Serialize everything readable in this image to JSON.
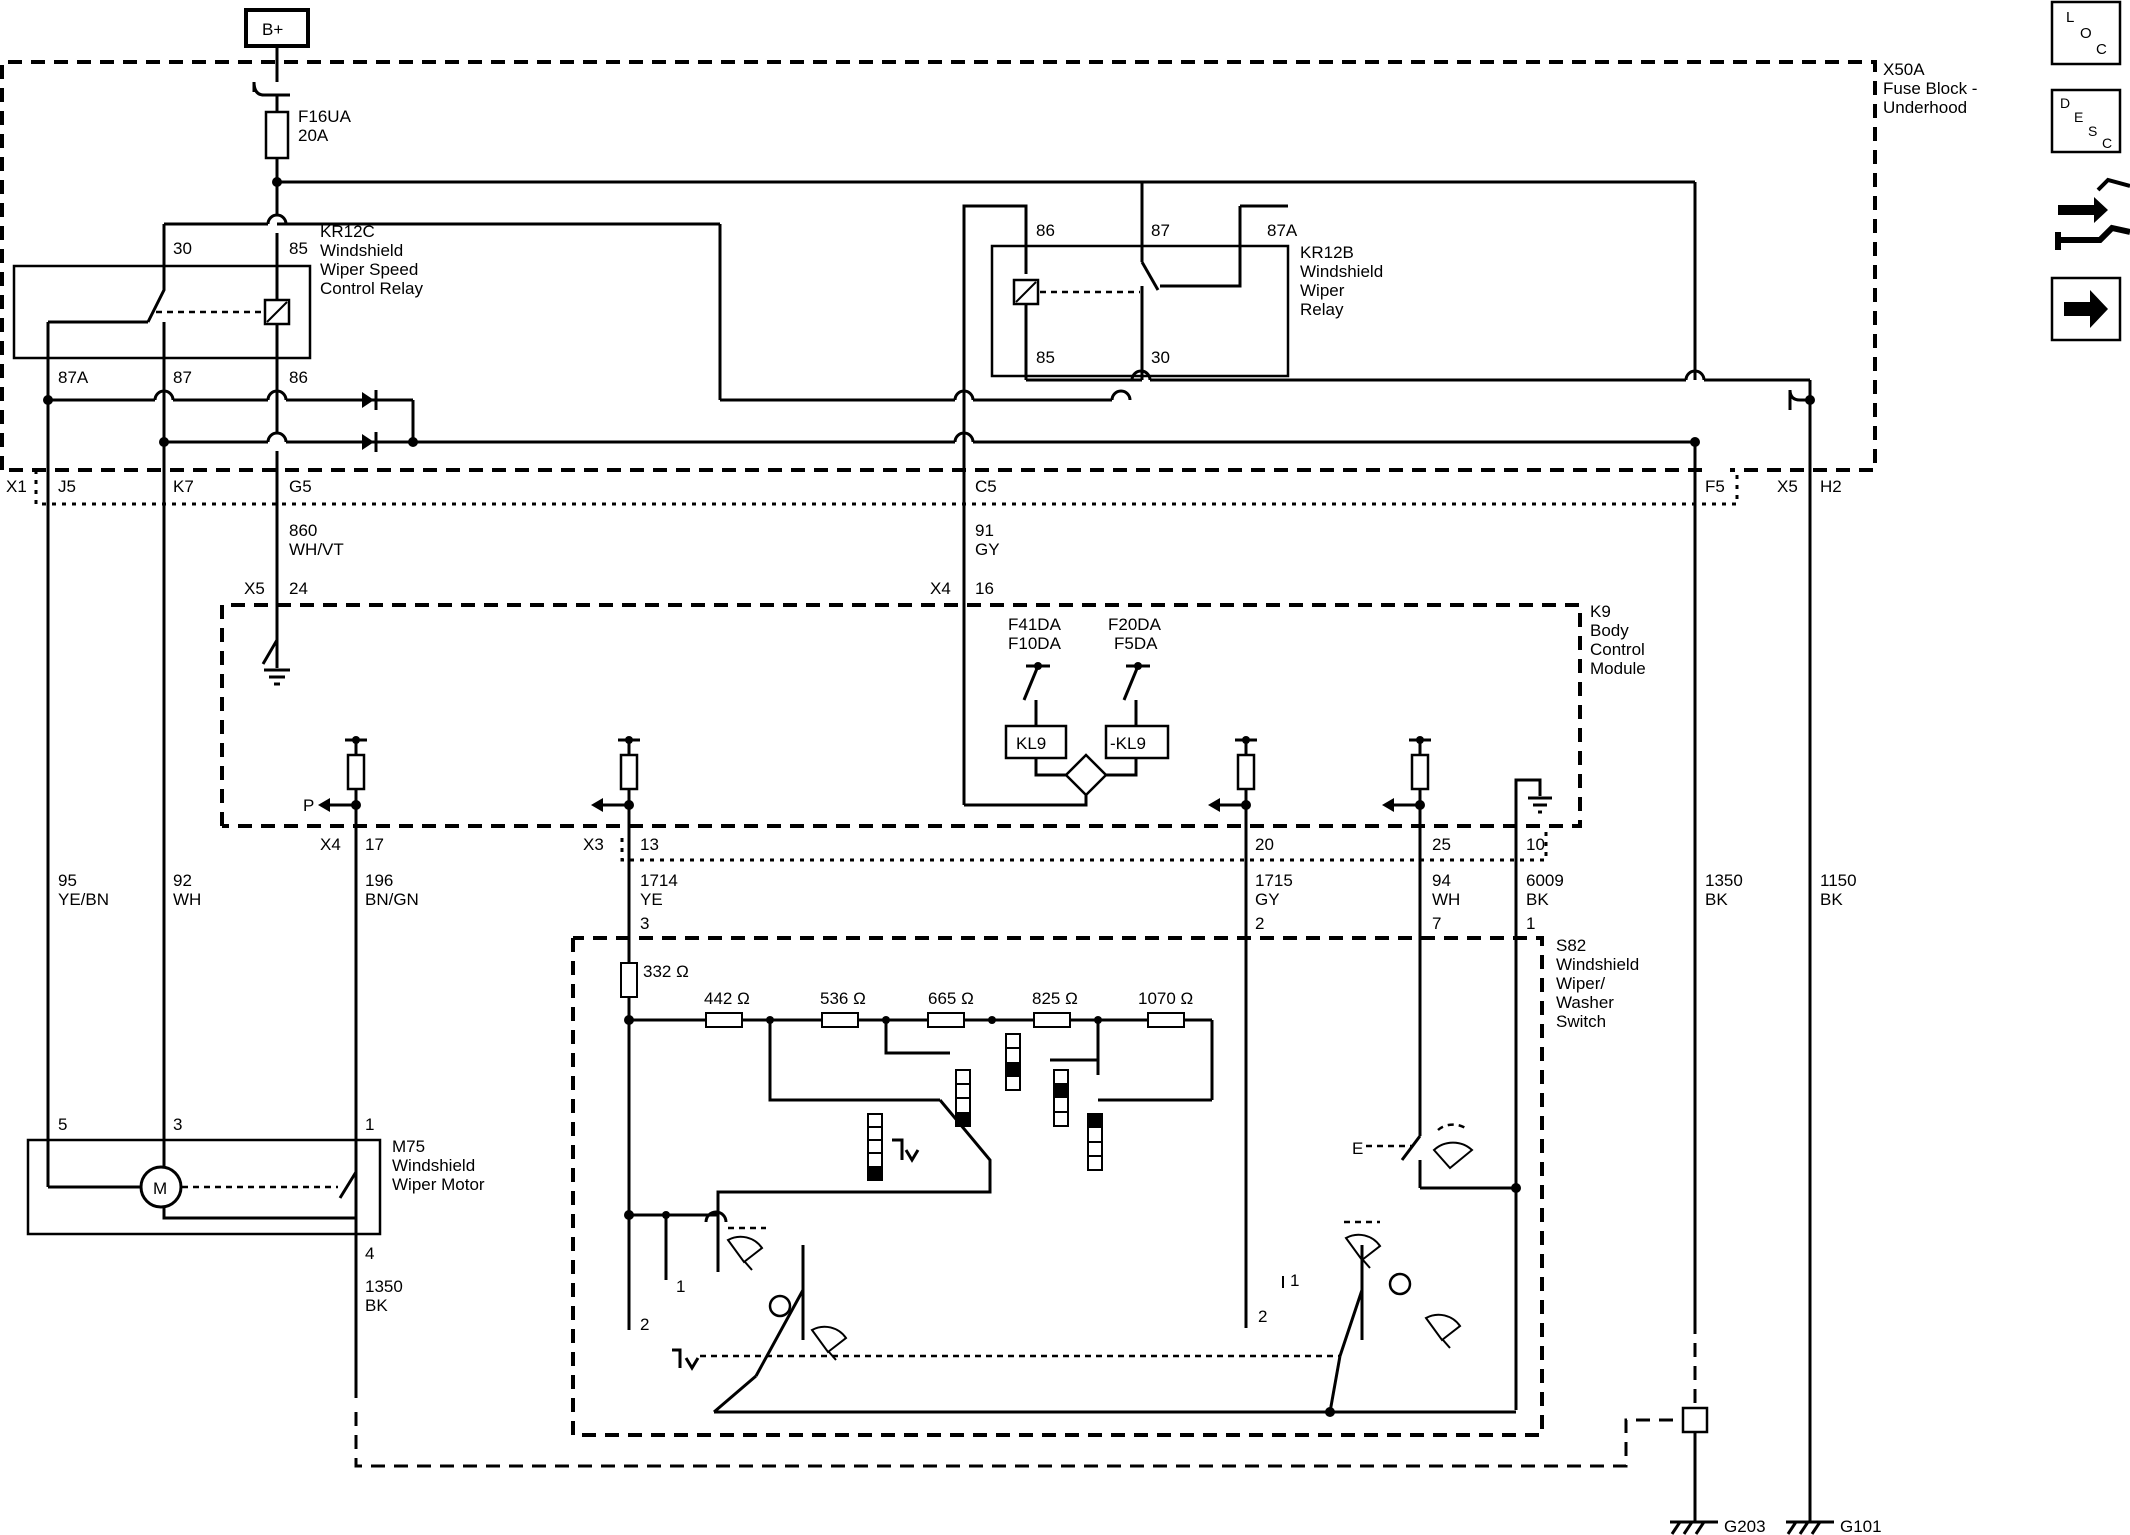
{
  "supply": {
    "bplus": "B+"
  },
  "fuse_block": {
    "id": "X50A",
    "name1": "Fuse Block -",
    "name2": "Underhood"
  },
  "fuse": {
    "id": "F16UA",
    "rating": "20A"
  },
  "relay_kr12c": {
    "id": "KR12C",
    "name1": "Windshield",
    "name2": "Wiper Speed",
    "name3": "Control Relay",
    "pin30": "30",
    "pin85": "85",
    "pin87A": "87A",
    "pin87": "87",
    "pin86": "86"
  },
  "relay_kr12b": {
    "id": "KR12B",
    "name1": "Windshield",
    "name2": "Wiper",
    "name3": "Relay",
    "pin86": "86",
    "pin87": "87",
    "pin87A": "87A",
    "pin85": "85",
    "pin30": "30"
  },
  "connectors": {
    "x1": "X1",
    "j5": "J5",
    "k7": "K7",
    "g5": "G5",
    "c5": "C5",
    "f5": "F5",
    "x5": "X5",
    "h2": "H2",
    "bcm_x5": "X5",
    "bcm_24": "24",
    "bcm_x4": "X4",
    "bcm_16": "16",
    "x4b": "X4",
    "p17": "17",
    "x3": "X3",
    "p13": "13",
    "p20": "20",
    "p25": "25",
    "p10": "10"
  },
  "wires": {
    "w860": "860",
    "w860c": "WH/VT",
    "w91": "91",
    "w91c": "GY",
    "w95": "95",
    "w95c": "YE/BN",
    "w92": "92",
    "w92c": "WH",
    "w196": "196",
    "w196c": "BN/GN",
    "w1714": "1714",
    "w1714c": "YE",
    "w1715": "1715",
    "w1715c": "GY",
    "w94": "94",
    "w94c": "WH",
    "w6009": "6009",
    "w6009c": "BK",
    "w1350a": "1350",
    "w1350ac": "BK",
    "w1150": "1150",
    "w1150c": "BK",
    "w1350b": "1350",
    "w1350bc": "BK"
  },
  "bcm": {
    "id": "K9",
    "name1": "Body",
    "name2": "Control",
    "name3": "Module",
    "f41": "F41DA",
    "f10": "F10DA",
    "f20": "F20DA",
    "f5": "F5DA",
    "kl9": "KL9",
    "nkl9": "-KL9",
    "p_label": "P"
  },
  "switch": {
    "id": "S82",
    "name1": "Windshield",
    "name2": "Wiper/",
    "name3": "Washer",
    "name4": "Switch",
    "pin3": "3",
    "pin2": "2",
    "pin7": "7",
    "pin1": "1",
    "r332": "332 Ω",
    "r442": "442 Ω",
    "r536": "536 Ω",
    "r665": "665 Ω",
    "r825": "825 Ω",
    "r1070": "1070 Ω",
    "pos1a": "1",
    "pos2a": "2",
    "pos1b": "1",
    "pos2b": "2",
    "e_label": "E"
  },
  "motor": {
    "id": "M75",
    "name1": "Windshield",
    "name2": "Wiper Motor",
    "pin5": "5",
    "pin3": "3",
    "pin1": "1",
    "pin4": "4",
    "symbol": "M"
  },
  "grounds": {
    "g203": "G203",
    "g101": "G101"
  },
  "nav_icons": {
    "loc": [
      "L",
      "O",
      "C"
    ],
    "desc": [
      "D",
      "E",
      "S",
      "C"
    ]
  }
}
